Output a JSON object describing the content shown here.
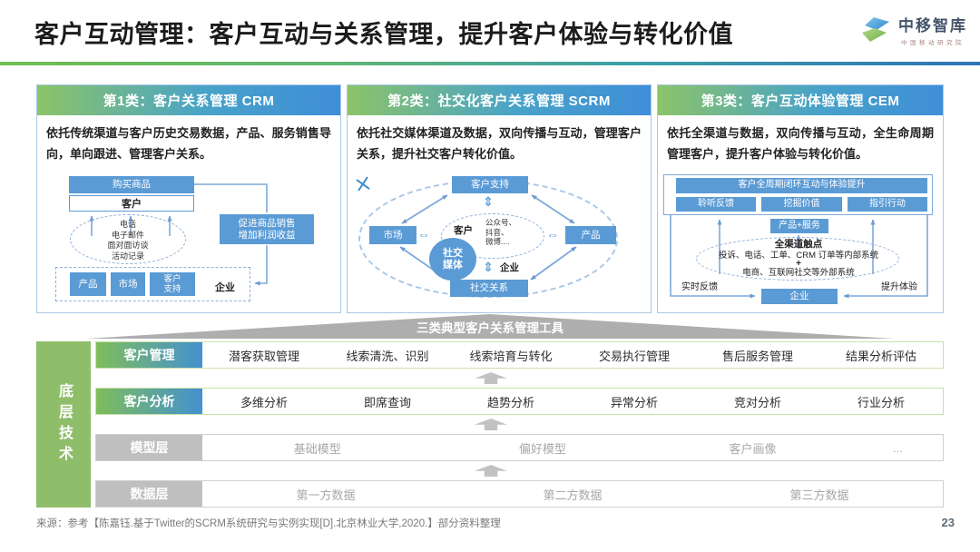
{
  "header": {
    "title": "客户互动管理：客户互动与关系管理，提升客户体验与转化价值",
    "logo": {
      "name": "中移智库",
      "subtitle": "中国移动研究院"
    }
  },
  "panels": [
    {
      "header": "第1类：客户关系管理 CRM",
      "description": "依托传统渠道与客户历史交易数据，产品、服务销售导向，单向跟进、管理客户关系。",
      "diagram": {
        "buy_box": "购买商品",
        "customer_box": "客户",
        "channels": "电话\n电子邮件\n面对面访谈\n活动记录",
        "benefit_box": "促进商品销售\n增加利润收益",
        "org_units": [
          "产品",
          "市场",
          "客户\n支持"
        ],
        "enterprise_label": "企业"
      }
    },
    {
      "header": "第2类：社交化客户关系管理 SCRM",
      "description": "依托社交媒体渠道及数据，双向传播与互动，管理客户关系，提升社交客户转化价值。",
      "diagram": {
        "top_box": "客户支持",
        "left_box": "市场",
        "right_box": "产品",
        "bottom_box": "社交关系",
        "center_circle": "社交\n媒体",
        "customer_label": "客户",
        "channels": "公众号、\n抖音、\n微博....",
        "enterprise_label": "企业"
      }
    },
    {
      "header": "第3类：客户互动体验管理 CEM",
      "description": "依托全渠道与数据，双向传播与互动，全生命周期管理客户，提升客户体验与转化价值。",
      "diagram": {
        "top_bar": "客户全周期闭环互动与体验提升",
        "steps": [
          "聆听反馈",
          "挖掘价值",
          "指引行动"
        ],
        "product_box": "产品+服务",
        "touchpoints_title": "全渠道触点",
        "touchpoints_internal": "投诉、电话、工单、CRM 订单等内部系统",
        "touchpoints_plus": "+",
        "touchpoints_external": "电商、互联网社交等外部系统",
        "enterprise_box": "企业",
        "left_label": "实时反馈",
        "right_label": "提升体验"
      }
    }
  ],
  "funnel_label": "三类典型客户关系管理工具",
  "stack": {
    "sidebar": "底层技术",
    "rows": [
      {
        "label": "客户管理",
        "items": [
          "潜客获取管理",
          "线索清洗、识别",
          "线索培育与转化",
          "交易执行管理",
          "售后服务管理",
          "结果分析评估"
        ]
      },
      {
        "label": "客户分析",
        "items": [
          "多维分析",
          "即席查询",
          "趋势分析",
          "异常分析",
          "竞对分析",
          "行业分析"
        ]
      },
      {
        "label": "模型层",
        "items": [
          "基础模型",
          "偏好模型",
          "客户画像",
          "..."
        ]
      },
      {
        "label": "数据层",
        "items": [
          "第一方数据",
          "第二方数据",
          "第三方数据"
        ]
      }
    ]
  },
  "footer": {
    "source": "来源：参考【陈嘉钰.基于Twitter的SCRM系统研究与实例实现[D].北京林业大学,2020.】部分资料整理",
    "page_number": "23"
  },
  "colors": {
    "accent_blue": "#5B9BD5",
    "accent_green": "#8FBE6B",
    "label_gradient_start": "#7FBD5B",
    "label_gradient_end": "#4391D0",
    "muted_gray": "#BFBFBF",
    "funnel_gray": "#AEAEAE",
    "dashed_blue": "#8FAFDC"
  }
}
